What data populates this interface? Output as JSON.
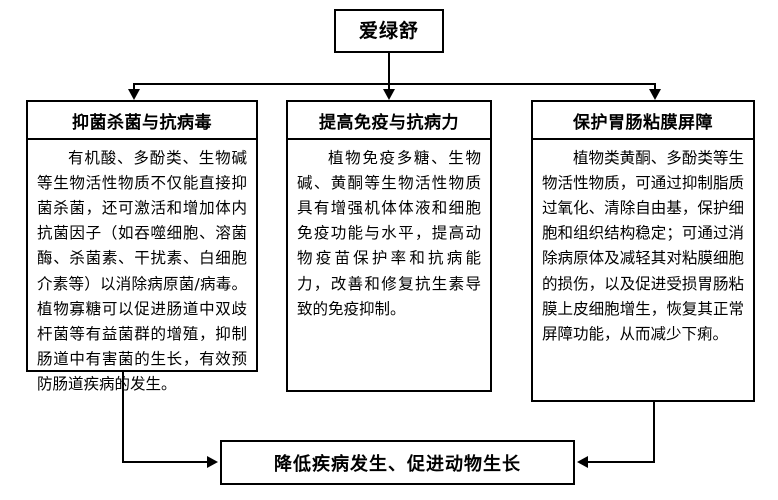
{
  "diagram": {
    "type": "flowchart",
    "orientation": "top-down",
    "root": {
      "title": "爱绿舒"
    },
    "branches": [
      {
        "header": "抑菌杀菌与抗病毒",
        "body": "有机酸、多酚类、生物碱等生物活性物质不仅能直接抑菌杀菌，还可激活和增加体内抗菌因子（如吞噬细胞、溶菌酶、杀菌素、干扰素、白细胞介素等）以消除病原菌/病毒。植物寡糖可以促进肠道中双歧杆菌等有益菌群的增殖，抑制肠道中有害菌的生长，有效预防肠道疾病的发生。"
      },
      {
        "header": "提高免疫与抗病力",
        "body": "植物免疫多糖、生物碱、黄酮等生物活性物质具有增强机体体液和细胞免疫功能与水平，提高动物疫苗保护率和抗病能力，改善和修复抗生素导致的免疫抑制。"
      },
      {
        "header": "保护胃肠粘膜屏障",
        "body": "植物类黄酮、多酚类等生物活性物质，可通过抑制脂质过氧化、清除自由基，保护细胞和组织结构稳定；可通过消除病原体及减轻其对粘膜细胞的损伤，以及促进受损胃肠粘膜上皮细胞增生，恢复其正常屏障功能，从而减少下痢。"
      }
    ],
    "result": {
      "title": "降低疾病发生、促进动物生长"
    },
    "colors": {
      "background": "#ffffff",
      "border": "#000000",
      "text": "#000000",
      "connector": "#000000"
    }
  }
}
